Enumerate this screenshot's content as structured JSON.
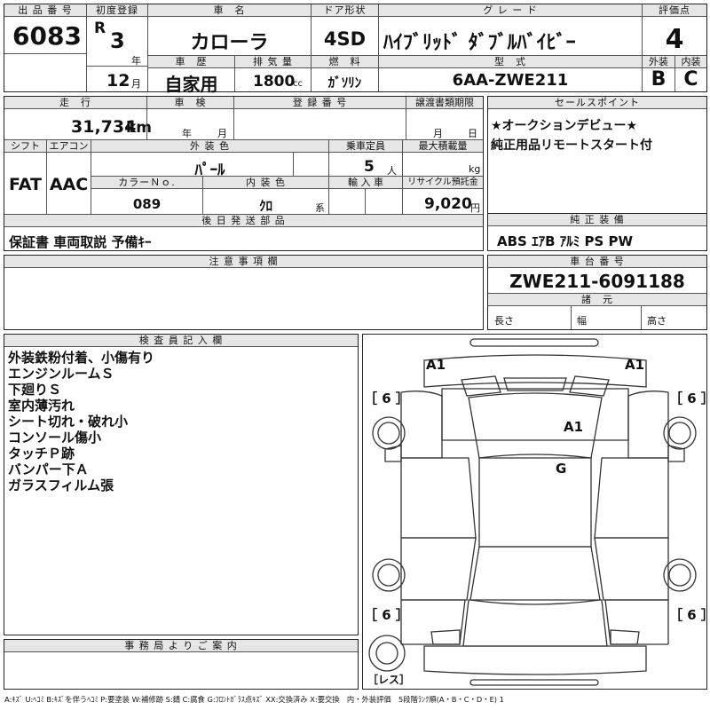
{
  "header": {
    "lot_label": "出 品 番 号",
    "lot_number": "6083",
    "first_reg_label": "初度登録",
    "era": "R",
    "reg_year": "3",
    "year_unit": "年",
    "reg_month": "12",
    "month_unit": "月",
    "car_name_label": "車　名",
    "car_name": "カローラ",
    "door_label": "ドア形状",
    "door": "4SD",
    "grade_label": "グ レ ー ド",
    "grade": "ﾊｲﾌﾞﾘｯﾄﾞ ﾀﾞﾌﾞﾙﾊﾞｲﾋﾞｰ",
    "score_label": "評価点",
    "score": "4",
    "history_label": "車　歴",
    "history": "自家用",
    "displacement_label": "排 気 量",
    "displacement": "1800",
    "cc_unit": "cc",
    "fuel_label": "燃　料",
    "fuel": "ｶﾞｿﾘﾝ",
    "model_label": "型　式",
    "model": "6AA-ZWE211",
    "exterior_label": "外装",
    "exterior_grade": "B",
    "interior_label": "内装",
    "interior_grade": "C"
  },
  "details": {
    "mileage_label": "走　行",
    "mileage": "31,734",
    "km_unit": "km",
    "inspection_label": "車　検",
    "insp_year_unit": "年",
    "insp_month_unit": "月",
    "registration_label": "登 録 番 号",
    "transfer_label": "譲渡書類期限",
    "transfer_month_unit": "月",
    "transfer_day_unit": "日",
    "shift_label": "シフト",
    "shift": "FAT",
    "ac_label": "エアコン",
    "ac": "AAC",
    "color_label": "外 装 色",
    "color": "ﾊﾟｰﾙ",
    "capacity_label": "乗車定員",
    "capacity": "5",
    "capacity_unit": "人",
    "load_label": "最大積載量",
    "load_unit": "kg",
    "color_no_label": "カラーＮｏ.",
    "color_no": "089",
    "int_color_label": "内 装 色",
    "int_color": "ｸﾛ",
    "int_color_unit": "系",
    "import_label": "輸 入 車",
    "recycle_label": "リサイクル預託金",
    "recycle": "9,020",
    "recycle_unit": "円",
    "later_parts_label": "後 日 発 送 部 品",
    "later_parts": "保証書 車両取説 予備ｷｰ"
  },
  "sales": {
    "label": "セールスポイント",
    "lines": [
      "★オークションデビュー★",
      "純正用品リモートスタート付"
    ]
  },
  "equipment": {
    "label": "純 正 装 備",
    "value": "ABS ｴｱB ｱﾙﾐ PS PW"
  },
  "notes": {
    "label": "注 意 事 項 欄"
  },
  "chassis": {
    "label": "車 台 番 号",
    "value": "ZWE211-6091188",
    "specs_label": "諸　元",
    "length_label": "長さ",
    "width_label": "幅",
    "height_label": "高さ"
  },
  "inspector": {
    "label": "検 査 員 記 入 欄",
    "lines": [
      "外装鉄粉付着、小傷有り",
      "エンジンルームＳ",
      "下廻りＳ",
      "室内薄汚れ",
      "シート切れ・破れ小",
      "コンソール傷小",
      "タッチＰ跡",
      "バンパー下Ａ",
      "ガラスフィルム張"
    ]
  },
  "diagram": {
    "marks": [
      "A1",
      "A1",
      "A1",
      "G"
    ],
    "tire_labels": [
      "［ 6 ］",
      "［ 6 ］",
      "［ 6 ］",
      "［ 6 ］"
    ],
    "spare_label": "［レス］"
  },
  "office": {
    "label": "事 務 局 よ り ご 案 内"
  },
  "legend": "A:ｷｽﾞ U:ﾍｺﾐ B:ｷｽﾞを伴うﾍｺﾐ P:要塗装 W:補修跡 S:錆 C:腐食 G:ﾌﾛﾝﾄｶﾞﾗｽ点ｷｽﾞ XX:交換済み X:要交換　内・外装評価　5段階ﾗﾝｸ順(A・B・C・D・E) 1"
}
